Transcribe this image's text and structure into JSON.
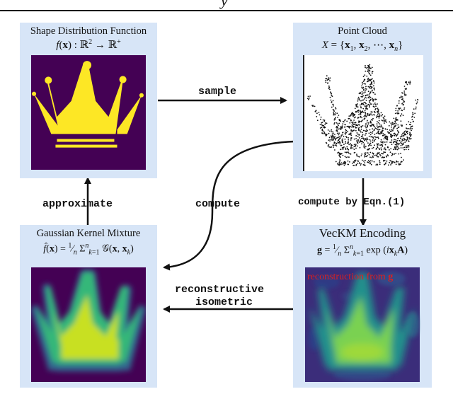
{
  "header": {
    "text": "y"
  },
  "panels": {
    "shape": {
      "title": "Shape Distribution Function",
      "formula": "f(x) : ℝ² → ℝ⁺"
    },
    "cloud": {
      "title": "Point Cloud",
      "formula": "X = {x₁, x₂, ⋯, xₙ}"
    },
    "gaussian": {
      "title": "Gaussian Kernel Mixture",
      "formula": "f̂(x) = (1/n) Σₖ₌₁ⁿ 𝒢(x, xₖ)"
    },
    "veckm": {
      "title": "VecKM Encoding",
      "formula": "g = (1/n) Σₖ₌₁ⁿ exp(i xₖ A)",
      "overlay": "reconstruction from g"
    }
  },
  "arrows": {
    "sample": "sample",
    "approximate": "approximate",
    "compute": "compute",
    "compute_eqn": "compute by Eqn.(1)",
    "reconstructive": "reconstructive",
    "isometric": "isometric"
  },
  "colors": {
    "panel_bg": "#d7e5f7",
    "viridis_dark": "#440154",
    "viridis_yellow": "#fde725",
    "overlay_red": "#e01e1e"
  }
}
